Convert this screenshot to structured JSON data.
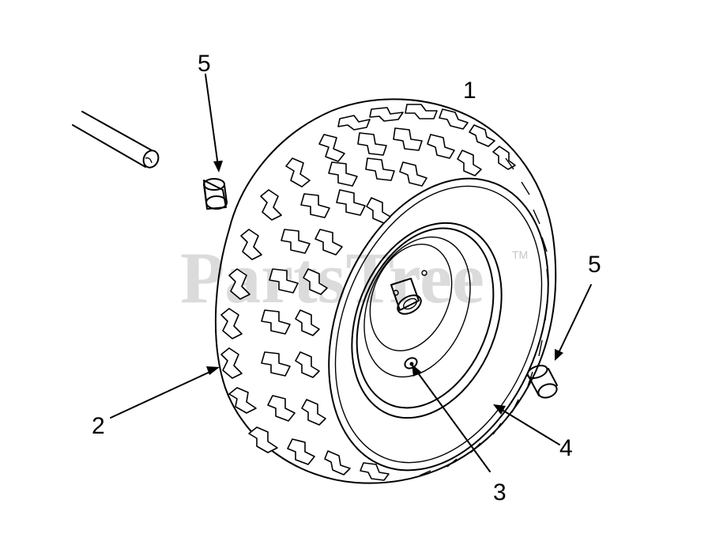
{
  "callouts": [
    {
      "id": "tire",
      "label": "1"
    },
    {
      "id": "wheel-assembly",
      "label": "2"
    },
    {
      "id": "valve-stem",
      "label": "3"
    },
    {
      "id": "rim",
      "label": "4"
    },
    {
      "id": "bushing-left",
      "label": "5"
    },
    {
      "id": "bushing-right",
      "label": "5"
    }
  ],
  "watermark": {
    "text": "PartsTree",
    "trademark": "TM"
  }
}
